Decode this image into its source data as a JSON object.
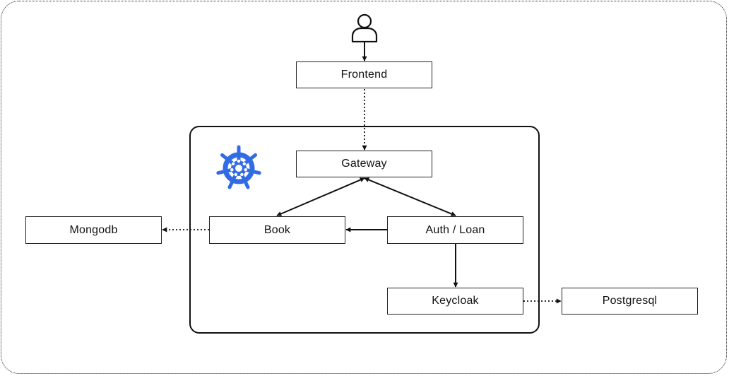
{
  "icons": {
    "user": "user-icon",
    "kubernetes": "kubernetes-icon",
    "kubernetes_color": "#326ce5"
  },
  "nodes": {
    "frontend": "Frontend",
    "gateway": "Gateway",
    "book": "Book",
    "auth_loan": "Auth / Loan",
    "keycloak": "Keycloak",
    "mongodb": "Mongodb",
    "postgresql": "Postgresql"
  },
  "edges": [
    {
      "from": "user",
      "to": "Frontend",
      "style": "solid"
    },
    {
      "from": "Frontend",
      "to": "Gateway",
      "style": "dotted"
    },
    {
      "from": "Gateway",
      "to": "Book",
      "style": "solid",
      "bidirectional": true
    },
    {
      "from": "Gateway",
      "to": "Auth / Loan",
      "style": "solid",
      "bidirectional": true
    },
    {
      "from": "Auth / Loan",
      "to": "Book",
      "style": "solid"
    },
    {
      "from": "Auth / Loan",
      "to": "Keycloak",
      "style": "solid"
    },
    {
      "from": "Book",
      "to": "Mongodb",
      "style": "dotted"
    },
    {
      "from": "Keycloak",
      "to": "Postgresql",
      "style": "dotted"
    }
  ]
}
